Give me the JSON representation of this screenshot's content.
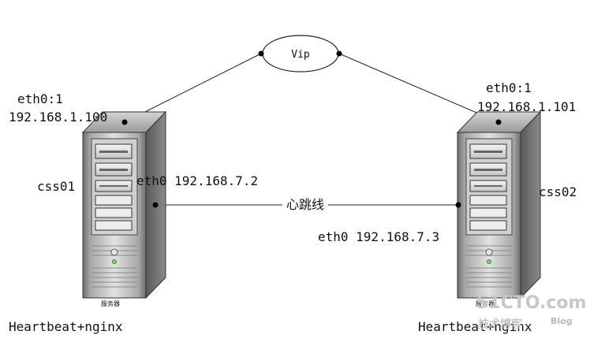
{
  "vip_label": "Vip",
  "left_server": {
    "name": "css01",
    "vip_iface": "eth0:1",
    "vip_ip": "192.168.1.100",
    "heartbeat_iface": "eth0 192.168.7.2",
    "caption": "服务器",
    "role": "Heartbeat+nginx"
  },
  "right_server": {
    "name": "css02",
    "vip_iface": "eth0:1",
    "vip_ip": "192.168.1.101",
    "heartbeat_iface": "eth0 192.168.7.3",
    "caption": "服务器",
    "role": "Heartbeat+nginx"
  },
  "heartbeat_label": "心跳线",
  "watermark": {
    "site": "51CTO.com",
    "tagline": "技术博客",
    "blog": "Blog"
  }
}
